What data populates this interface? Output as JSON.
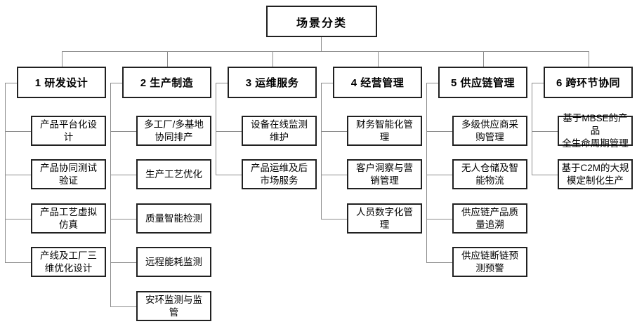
{
  "diagram": {
    "title": "场景分类",
    "colors": {
      "background": "#ffffff",
      "box_border": "#212121",
      "connector_line": "#8c8c8c",
      "text": "#000000"
    },
    "columns": [
      {
        "label": "1 研发设计",
        "children": [
          "产品平台化设\n计",
          "产品协同测试\n验证",
          "产品工艺虚拟\n仿真",
          "产线及工厂三\n维优化设计"
        ]
      },
      {
        "label": "2 生产制造",
        "children": [
          "多工厂/多基地\n协同排产",
          "生产工艺优化",
          "质量智能检测",
          "远程能耗监测",
          "安环监测与监\n管"
        ]
      },
      {
        "label": "3 运维服务",
        "children": [
          "设备在线监测\n维护",
          "产品运维及后\n市场服务"
        ]
      },
      {
        "label": "4 经营管理",
        "children": [
          "财务智能化管\n理",
          "客户洞察与营\n销管理",
          "人员数字化管\n理"
        ]
      },
      {
        "label": "5 供应链管理",
        "children": [
          "多级供应商采\n购管理",
          "无人仓储及智\n能物流",
          "供应链产品质\n量追溯",
          "供应链断链预\n测预警"
        ]
      },
      {
        "label": "6 跨环节协同",
        "children": [
          "基于MBSE的产品\n全生命周期管理",
          "基于C2M的大规\n模定制化生产"
        ]
      }
    ]
  }
}
